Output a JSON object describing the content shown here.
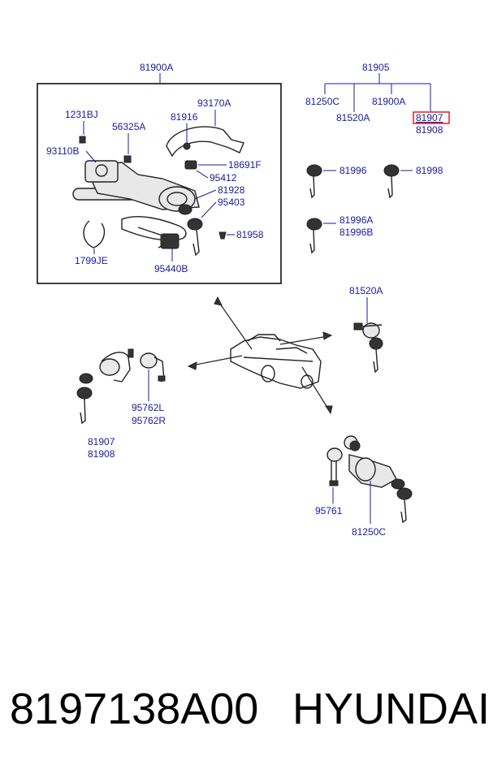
{
  "labels": {
    "main_assembly": "81900A",
    "set_top": "81905",
    "l_81250c_top": "81250C",
    "l_81900a_top": "81900A",
    "l_81520a_top": "81520A",
    "l_81907_highlight": "81907",
    "l_81908_top": "81908",
    "l_1231bj": "1231BJ",
    "l_56325a": "56325A",
    "l_93170a": "93170A",
    "l_81916": "81916",
    "l_93110b": "93110B",
    "l_18691f": "18691F",
    "l_95412": "95412",
    "l_81928": "81928",
    "l_95403": "95403",
    "l_81958": "81958",
    "l_1799je": "1799JE",
    "l_95440b": "95440B",
    "l_81996": "81996",
    "l_81998": "81998",
    "l_81996a": "81996A",
    "l_81996b": "81996B",
    "l_81520a_mid": "81520A",
    "l_95762l": "95762L",
    "l_95762r": "95762R",
    "l_81907_bottom": "81907",
    "l_81908_bottom": "81908",
    "l_95761": "95761",
    "l_81250c_bottom": "81250C"
  },
  "highlight_color": "#e02020",
  "label_color": "#1a1aa0",
  "footer": {
    "part_number": "8197138A00",
    "brand": "HYUNDAI"
  }
}
